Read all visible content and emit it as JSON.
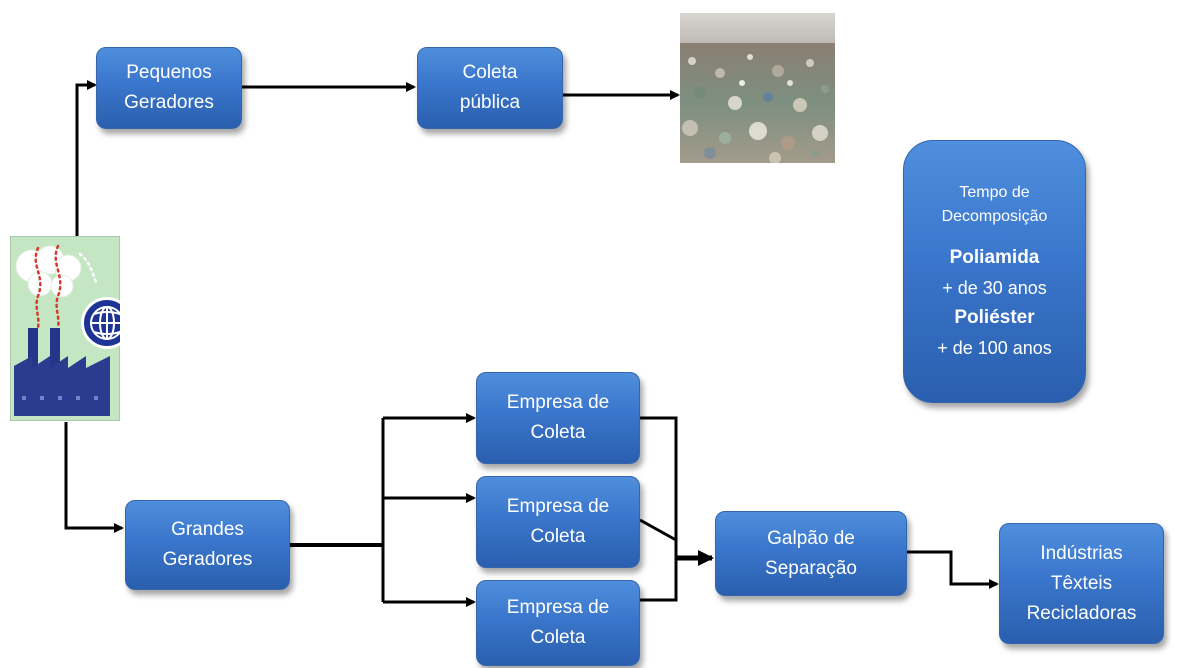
{
  "nodes": {
    "pequenos": [
      "Pequenos",
      "Geradores"
    ],
    "coleta_publica": [
      "Coleta",
      "pública"
    ],
    "grandes": [
      "Grandes",
      "Geradores"
    ],
    "empresa1": [
      "Empresa de",
      "Coleta"
    ],
    "empresa2": [
      "Empresa de",
      "Coleta"
    ],
    "empresa3": [
      "Empresa de",
      "Coleta"
    ],
    "galpao": [
      "Galpão de",
      "Separação"
    ],
    "industrias": [
      "Indústrias",
      "Têxteis",
      "Recicladoras"
    ]
  },
  "decomposition": {
    "title": [
      "Tempo de",
      "Decomposição"
    ],
    "items": [
      {
        "material": "Poliamida",
        "time": "+ de 30 anos"
      },
      {
        "material": "Poliéster",
        "time": "+ de 100 anos"
      }
    ]
  },
  "images": {
    "landfill": "landfill-photo",
    "factory": "factory-globe-icon"
  },
  "colors": {
    "box": "#3a76cc",
    "arrow": "#000000",
    "factory": "#2b3c8f"
  }
}
